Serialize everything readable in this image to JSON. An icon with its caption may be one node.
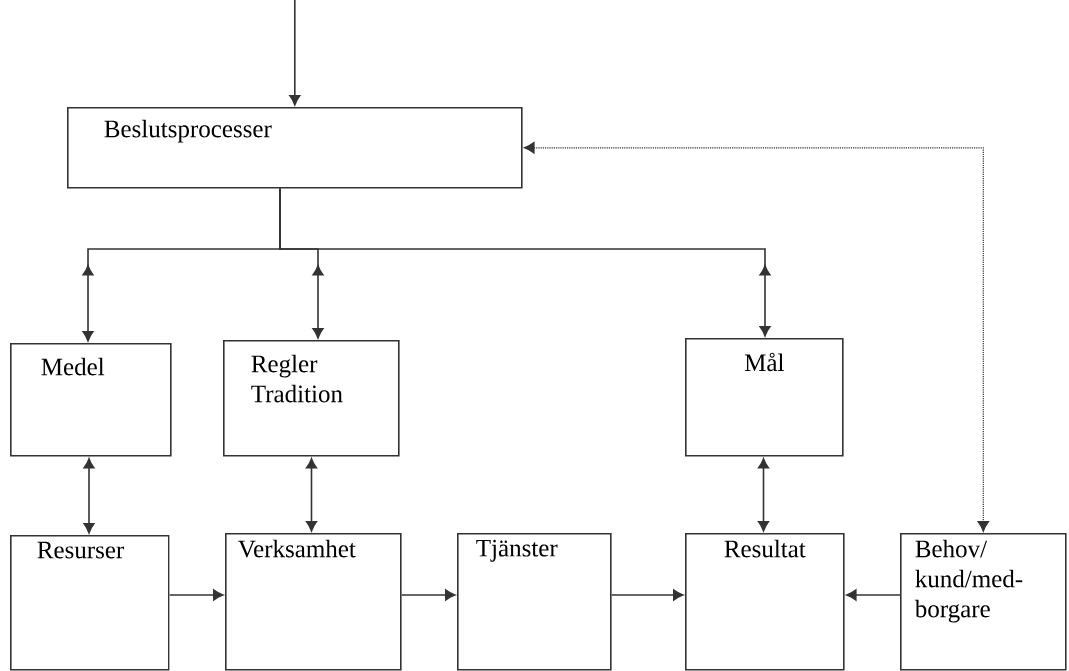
{
  "diagram": {
    "nodes": [
      {
        "text": [
          "Beslutsprocesser"
        ]
      },
      {
        "text": [
          "Medel"
        ]
      },
      {
        "text": [
          "Regler Tradition"
        ]
      },
      {
        "text": [
          "Mål"
        ]
      },
      {
        "text": [
          "Resurser"
        ]
      },
      {
        "text": [
          "Verksamhet"
        ]
      },
      {
        "text": [
          "Tjänster"
        ]
      },
      {
        "text": [
          "Resultat"
        ]
      },
      {
        "text": [
          "Behov/ kund/med- borgare"
        ]
      }
    ],
    "edges": [
      {
        "from": null,
        "to": 0,
        "arrow": "to"
      },
      {
        "from": 0,
        "to": 1,
        "arrow": "to"
      },
      {
        "from": 0,
        "to": 2,
        "arrow": "to"
      },
      {
        "from": 0,
        "to": 3,
        "arrow": "to"
      },
      {
        "from": 1,
        "to": 4,
        "arrow": "both"
      },
      {
        "from": 2,
        "to": 5,
        "arrow": "both"
      },
      {
        "from": 3,
        "to": 7,
        "arrow": "both"
      },
      {
        "from": 4,
        "to": 5,
        "arrow": "to"
      },
      {
        "from": 5,
        "to": 6,
        "arrow": "to"
      },
      {
        "from": 6,
        "to": 7,
        "arrow": "to"
      },
      {
        "from": 8,
        "to": 7,
        "arrow": "to"
      },
      {
        "from": 0,
        "to": 8,
        "arrow": "both",
        "style": "dashed"
      }
    ]
  }
}
